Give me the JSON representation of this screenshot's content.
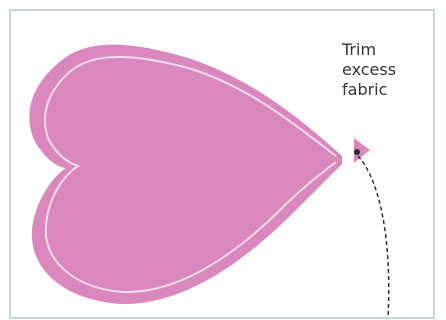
{
  "annotation": {
    "lines": [
      "Trim",
      "excess",
      "fabric"
    ]
  },
  "colors": {
    "border": "#c7d6d2",
    "fabric": "#d987bd",
    "stitch": "#f2dceb",
    "dot": "#2b2b2b",
    "dash": "#222222"
  }
}
